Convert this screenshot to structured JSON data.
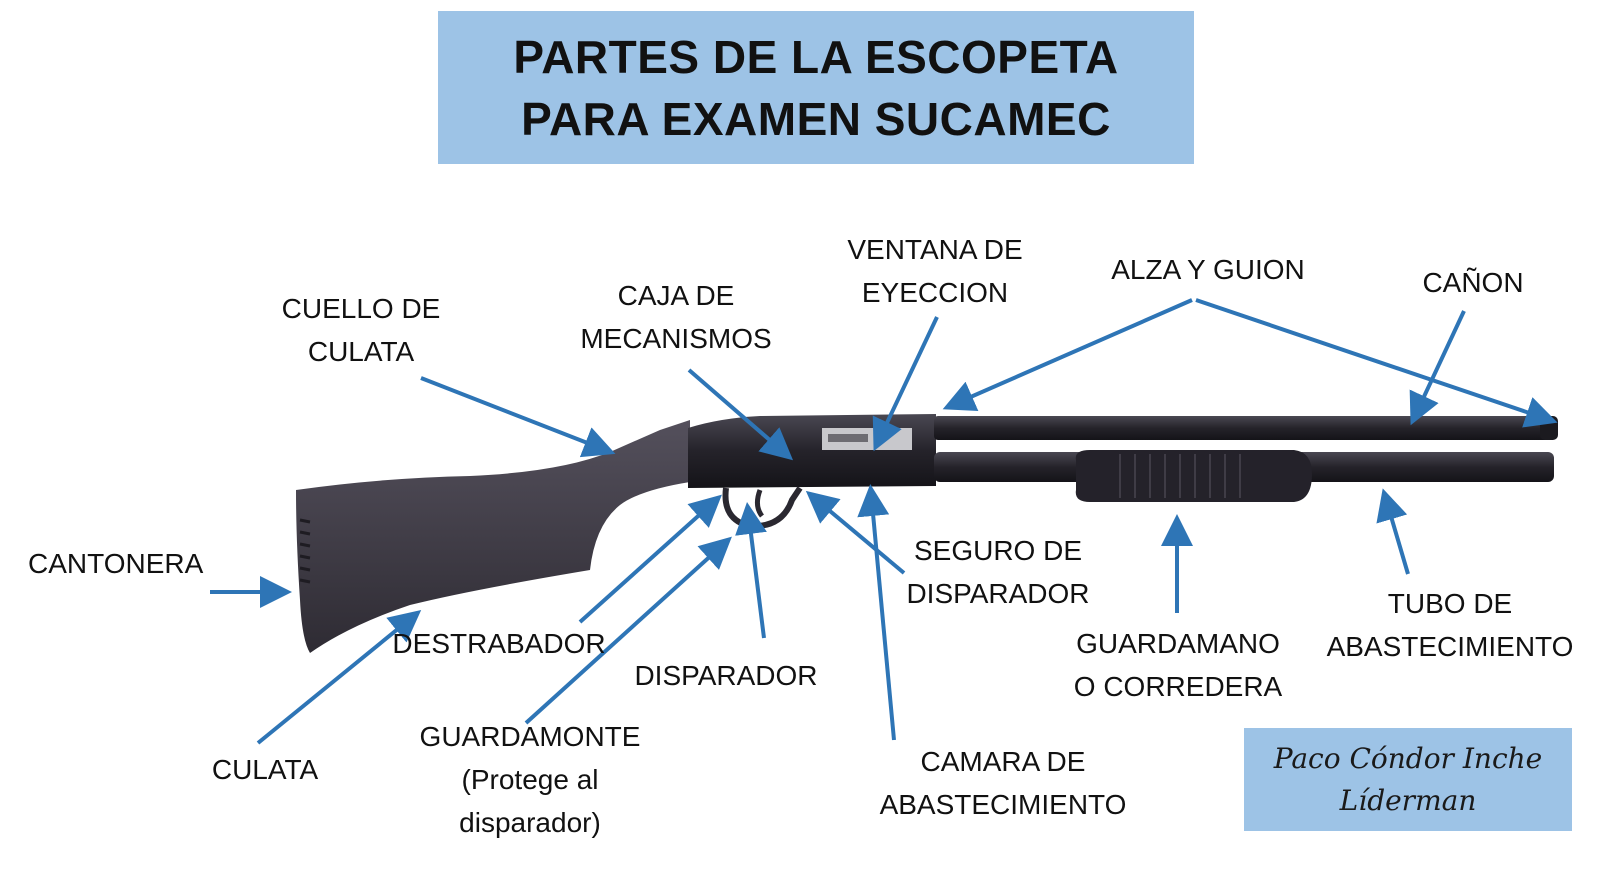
{
  "title": {
    "line1": "PARTES DE LA ESCOPETA",
    "line2": "PARA EXAMEN SUCAMEC"
  },
  "labels": {
    "cuello_de_culata": [
      "CUELLO DE",
      "CULATA"
    ],
    "caja_de_mecanismos": [
      "CAJA DE",
      "MECANISMOS"
    ],
    "ventana_de_eyeccion": [
      "VENTANA DE",
      "EYECCION"
    ],
    "alza_y_guion": [
      "ALZA Y GUION"
    ],
    "canon": [
      "CAÑON"
    ],
    "cantonera": [
      "CANTONERA"
    ],
    "destrabador": [
      "DESTRABADOR"
    ],
    "culata": [
      "CULATA"
    ],
    "guardamonte": [
      "GUARDAMONTE",
      "(Protege al",
      "disparador)"
    ],
    "disparador": [
      "DISPARADOR"
    ],
    "seguro_de_disparador": [
      "SEGURO DE",
      "DISPARADOR"
    ],
    "camara_de_abastecimiento": [
      "CAMARA DE",
      "ABASTECIMIENTO"
    ],
    "guardamano_o_corredera": [
      "GUARDAMANO",
      "O CORREDERA"
    ],
    "tubo_de_abastecimiento": [
      "TUBO DE",
      "ABASTECIMIENTO"
    ]
  },
  "signature": {
    "line1": "Paco Cóndor Inche",
    "line2": "Líderman"
  },
  "colors": {
    "title_bg": "#9dc3e6",
    "arrow": "#2e75b6",
    "shotgun": "#3a3740"
  }
}
